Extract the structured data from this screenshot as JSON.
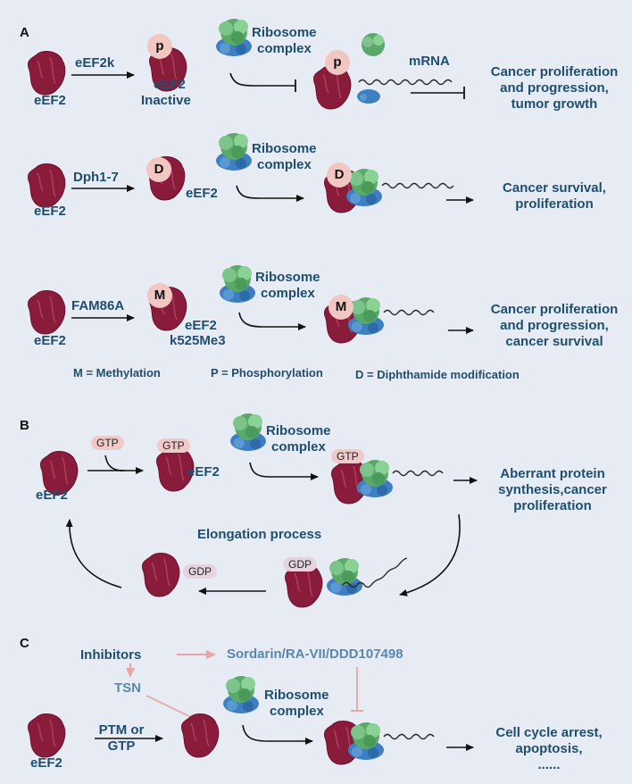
{
  "panels": {
    "a": "A",
    "b": "B",
    "c": "C"
  },
  "common": {
    "eef2": "eEF2",
    "ribosome": "Ribosome",
    "complex": "complex"
  },
  "row1": {
    "kinase": "eEF2k",
    "badge": "p",
    "inactive": "Inactive",
    "mrna": "mRNA",
    "outcome1": "Cancer  proliferation",
    "outcome2": "and progression,",
    "outcome3": "tumor growth"
  },
  "row2": {
    "enzyme": "Dph1-7",
    "badge": "D",
    "outcome1": "Cancer survival,",
    "outcome2": "proliferation"
  },
  "row3": {
    "enzyme": "FAM86A",
    "badge": "M",
    "modified": "k525Me3",
    "outcome1": "Cancer proliferation",
    "outcome2": "and progression,",
    "outcome3": "cancer survival"
  },
  "legend": {
    "m": "M = Methylation",
    "p": "P = Phosphorylation",
    "d": "D = Diphthamide modification"
  },
  "panel_b": {
    "gtp": "GTP",
    "gdp": "GDP",
    "process": "Elongation process",
    "outcome1": "Aberrant protein",
    "outcome2": "synthesis,cancer",
    "outcome3": "proliferation"
  },
  "panel_c": {
    "inhibitors": "Inhibitors",
    "drugs": "Sordarin/RA-VII/DDD107498",
    "tsn": "TSN",
    "ptm1": "PTM or",
    "ptm2": "GTP",
    "outcome1": "Cell cycle arrest,",
    "outcome2": "apoptosis,",
    "outcome3": "......"
  }
}
